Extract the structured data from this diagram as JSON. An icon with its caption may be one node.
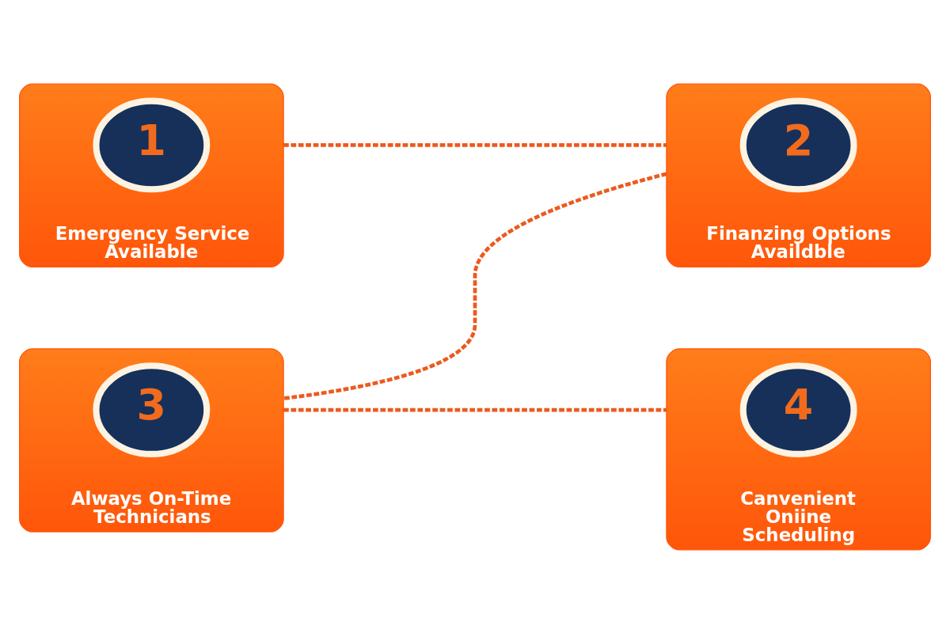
{
  "diagram": {
    "nodes": [
      {
        "text": [
          "Emergency Service Available"
        ]
      },
      {
        "text": [
          "1"
        ],
        "in": 0
      },
      {
        "text": [
          "Finanzing Options Availdble"
        ]
      },
      {
        "text": [
          "2"
        ],
        "in": 2
      },
      {
        "text": [
          "Always On-Time Technicians"
        ]
      },
      {
        "text": [
          "3"
        ],
        "in": 4
      },
      {
        "text": [
          "Canvenient Oniine Scheduling"
        ]
      },
      {
        "text": [
          "4"
        ],
        "in": 6
      }
    ],
    "edges": [
      {
        "from": 0,
        "to": 2,
        "arrow": "none",
        "style": "dashed"
      },
      {
        "from": 2,
        "to": 4,
        "arrow": "none",
        "style": "dashed"
      },
      {
        "from": 4,
        "to": 6,
        "arrow": "none",
        "style": "dashed"
      }
    ]
  }
}
